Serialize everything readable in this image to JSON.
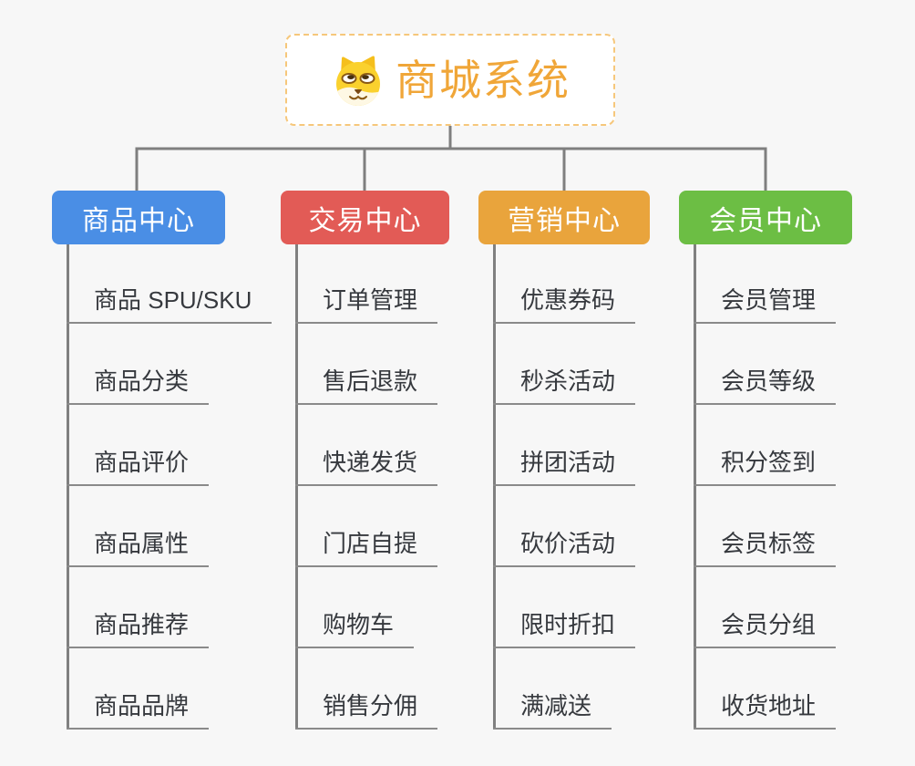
{
  "app": {
    "background_color": "#F7F7F7",
    "connector_color": "#7F7F7F",
    "underline_color": "#8A8A8A",
    "leaf_text_color": "#36393E"
  },
  "root": {
    "title": "商城系统",
    "icon": "dog-face-icon",
    "text_color": "#F0A638",
    "border_color": "#F6C77B"
  },
  "branches": [
    {
      "label": "商品中心",
      "color": "#4A8EE5",
      "children": [
        "商品 SPU/SKU",
        "商品分类",
        "商品评价",
        "商品属性",
        "商品推荐",
        "商品品牌"
      ]
    },
    {
      "label": "交易中心",
      "color": "#E25B56",
      "children": [
        "订单管理",
        "售后退款",
        "快递发货",
        "门店自提",
        "购物车",
        "销售分佣"
      ]
    },
    {
      "label": "营销中心",
      "color": "#E9A43C",
      "children": [
        "优惠券码",
        "秒杀活动",
        "拼团活动",
        "砍价活动",
        "限时折扣",
        "满减送"
      ]
    },
    {
      "label": "会员中心",
      "color": "#6CBE44",
      "children": [
        "会员管理",
        "会员等级",
        "积分签到",
        "会员标签",
        "会员分组",
        "收货地址"
      ]
    }
  ]
}
